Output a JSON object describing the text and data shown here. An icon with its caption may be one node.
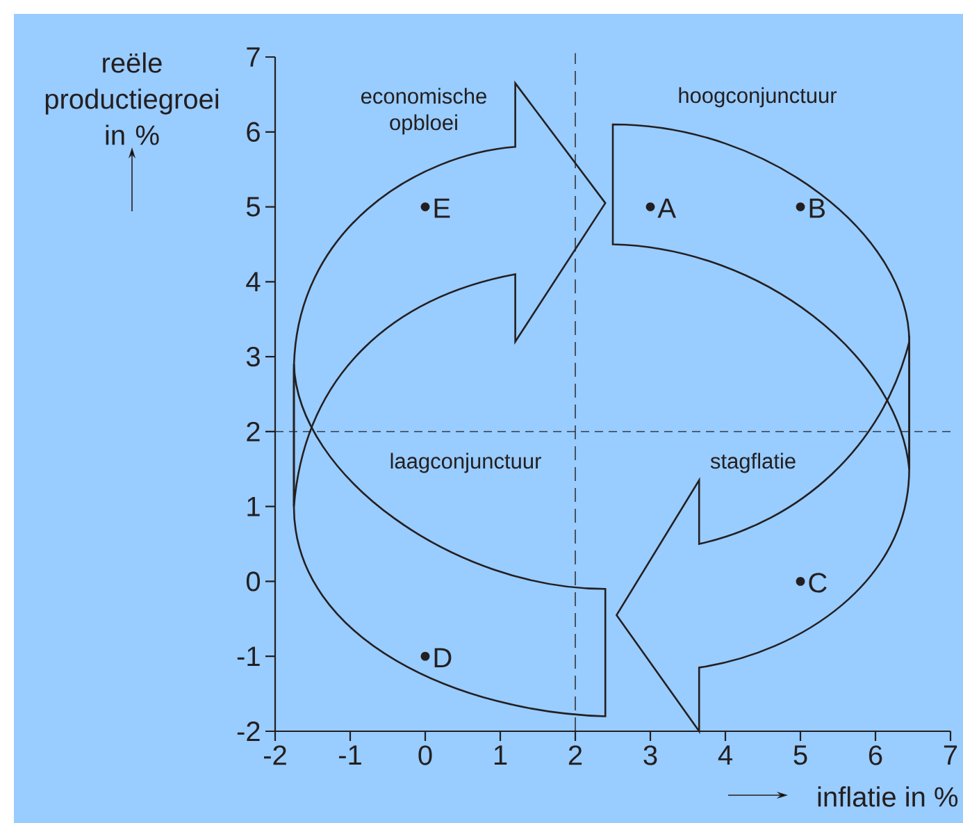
{
  "diagram": {
    "labels": [
      "economische opbloei",
      "hoogconjunctuur",
      "laagconjunctuur",
      "stagflatie"
    ],
    "chart_data": {
      "type": "scatter",
      "xlabel": "inflatie in %",
      "ylabel": "reële productiegroei in %",
      "x": [
        3,
        5,
        5,
        0,
        0
      ],
      "series": [
        {
          "color": "#231f20",
          "values": [
            5,
            5,
            0,
            -1,
            5
          ]
        }
      ],
      "value_labels": [
        "A",
        "B",
        "C",
        "D",
        "E"
      ],
      "xlim": [
        -2,
        7
      ],
      "ylim": [
        -2,
        7
      ],
      "xticks": [
        -2,
        -1,
        0,
        1,
        2,
        3,
        4,
        5,
        6,
        7
      ],
      "yticks": [
        -2,
        -1,
        0,
        1,
        2,
        3,
        4,
        5,
        6,
        7
      ]
    }
  }
}
